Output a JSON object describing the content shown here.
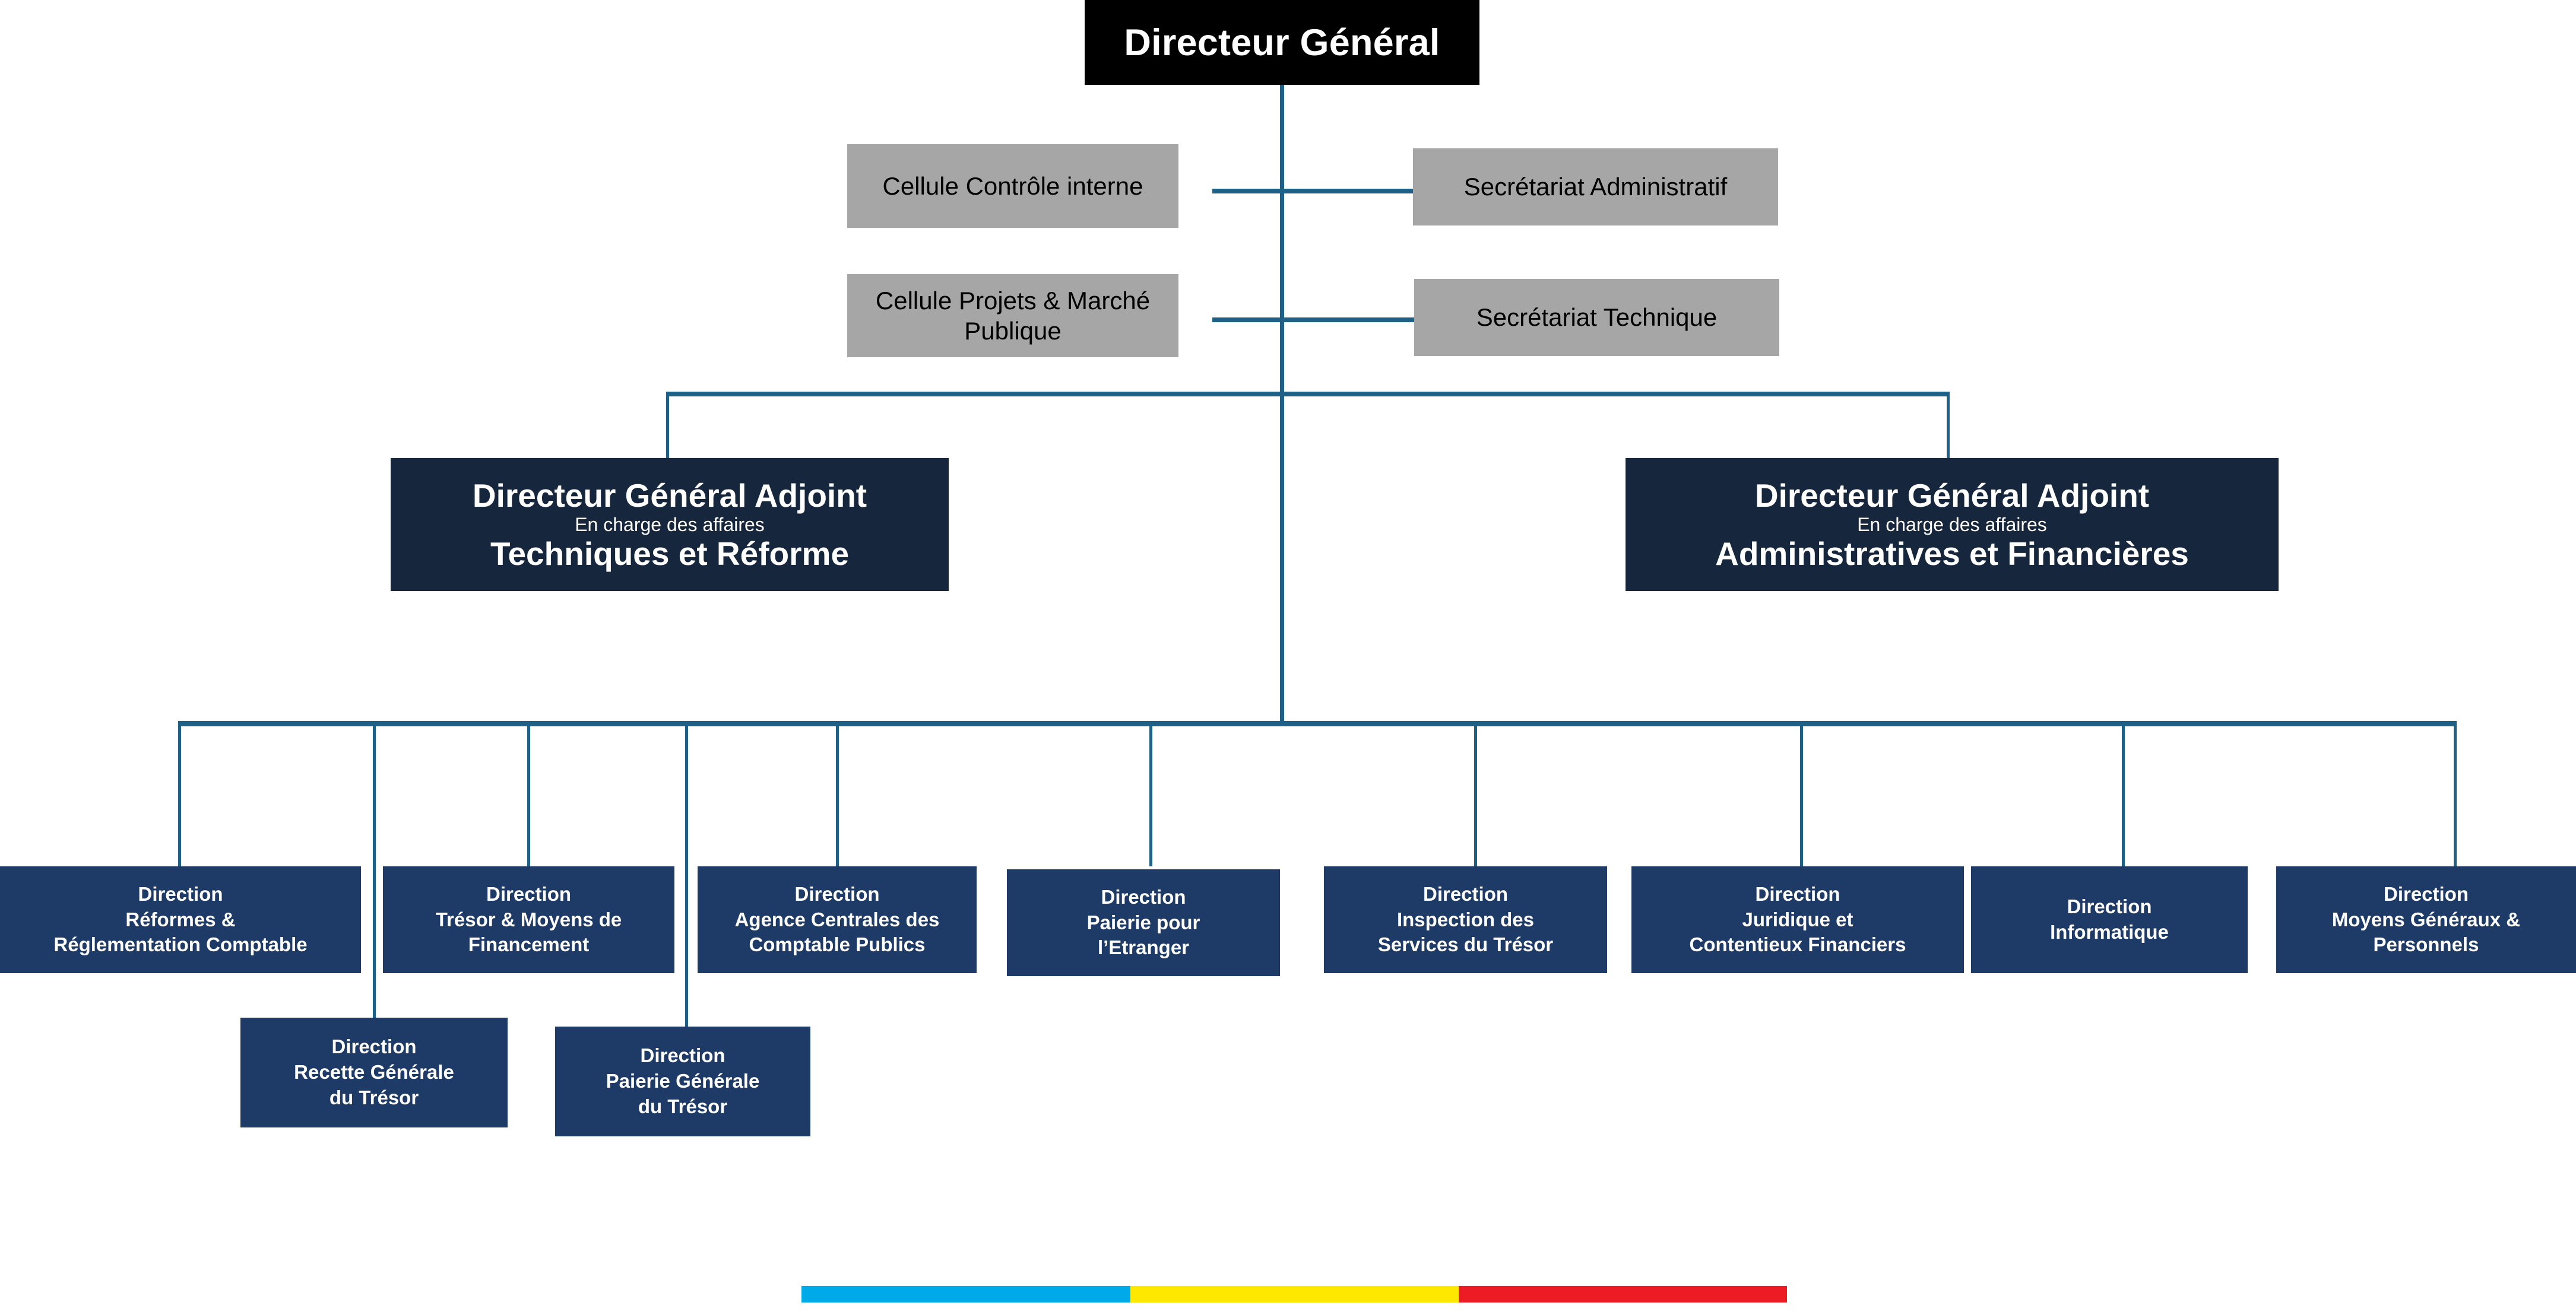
{
  "title": "Organigramme Direction Générale du Trésor",
  "colors": {
    "root_box": "#000000",
    "staff_box": "#a6a6a6",
    "deputy_box": "#16263d",
    "direction_box": "#1e3a66",
    "connector": "#1f6087",
    "text_light": "#ffffff",
    "text_dark": "#000000",
    "flag_blue": "#00a9e8",
    "flag_yellow": "#ffe800",
    "flag_red": "#ed1c24"
  },
  "root": {
    "label": "Directeur Général"
  },
  "staff": [
    {
      "label": "Cellule Contrôle interne"
    },
    {
      "label": "Secrétariat Administratif"
    },
    {
      "label": "Cellule Projets & Marché Publique"
    },
    {
      "label": "Secrétariat Technique"
    }
  ],
  "deputies": [
    {
      "line1": "Directeur Général Adjoint",
      "line2": "En charge des affaires",
      "line3": "Techniques et Réforme"
    },
    {
      "line1": "Directeur Général Adjoint",
      "line2": "En charge des affaires",
      "line3": "Administratives et Financières"
    }
  ],
  "directions": [
    {
      "lines": [
        "Direction",
        "Réformes &",
        "Réglementation Comptable"
      ]
    },
    {
      "lines": [
        "Direction",
        "Trésor & Moyens de",
        "Financement"
      ]
    },
    {
      "lines": [
        "Direction",
        "Agence Centrales des",
        "Comptable Publics"
      ]
    },
    {
      "lines": [
        "Direction",
        "Paierie pour",
        "l’Etranger"
      ]
    },
    {
      "lines": [
        "Direction",
        "Inspection des",
        "Services du Trésor"
      ]
    },
    {
      "lines": [
        "Direction",
        "Juridique et",
        "Contentieux Financiers"
      ]
    },
    {
      "lines": [
        "Direction",
        "Informatique"
      ]
    },
    {
      "lines": [
        "Direction",
        "Moyens Généraux &",
        "Personnels"
      ]
    }
  ],
  "sub_directions": [
    {
      "lines": [
        "Direction",
        "Recette Générale",
        "du Trésor"
      ]
    },
    {
      "lines": [
        "Direction",
        "Paierie Générale",
        "du Trésor"
      ]
    }
  ],
  "flag_bar": {
    "segments": [
      "flag_blue",
      "flag_yellow",
      "flag_red"
    ]
  }
}
